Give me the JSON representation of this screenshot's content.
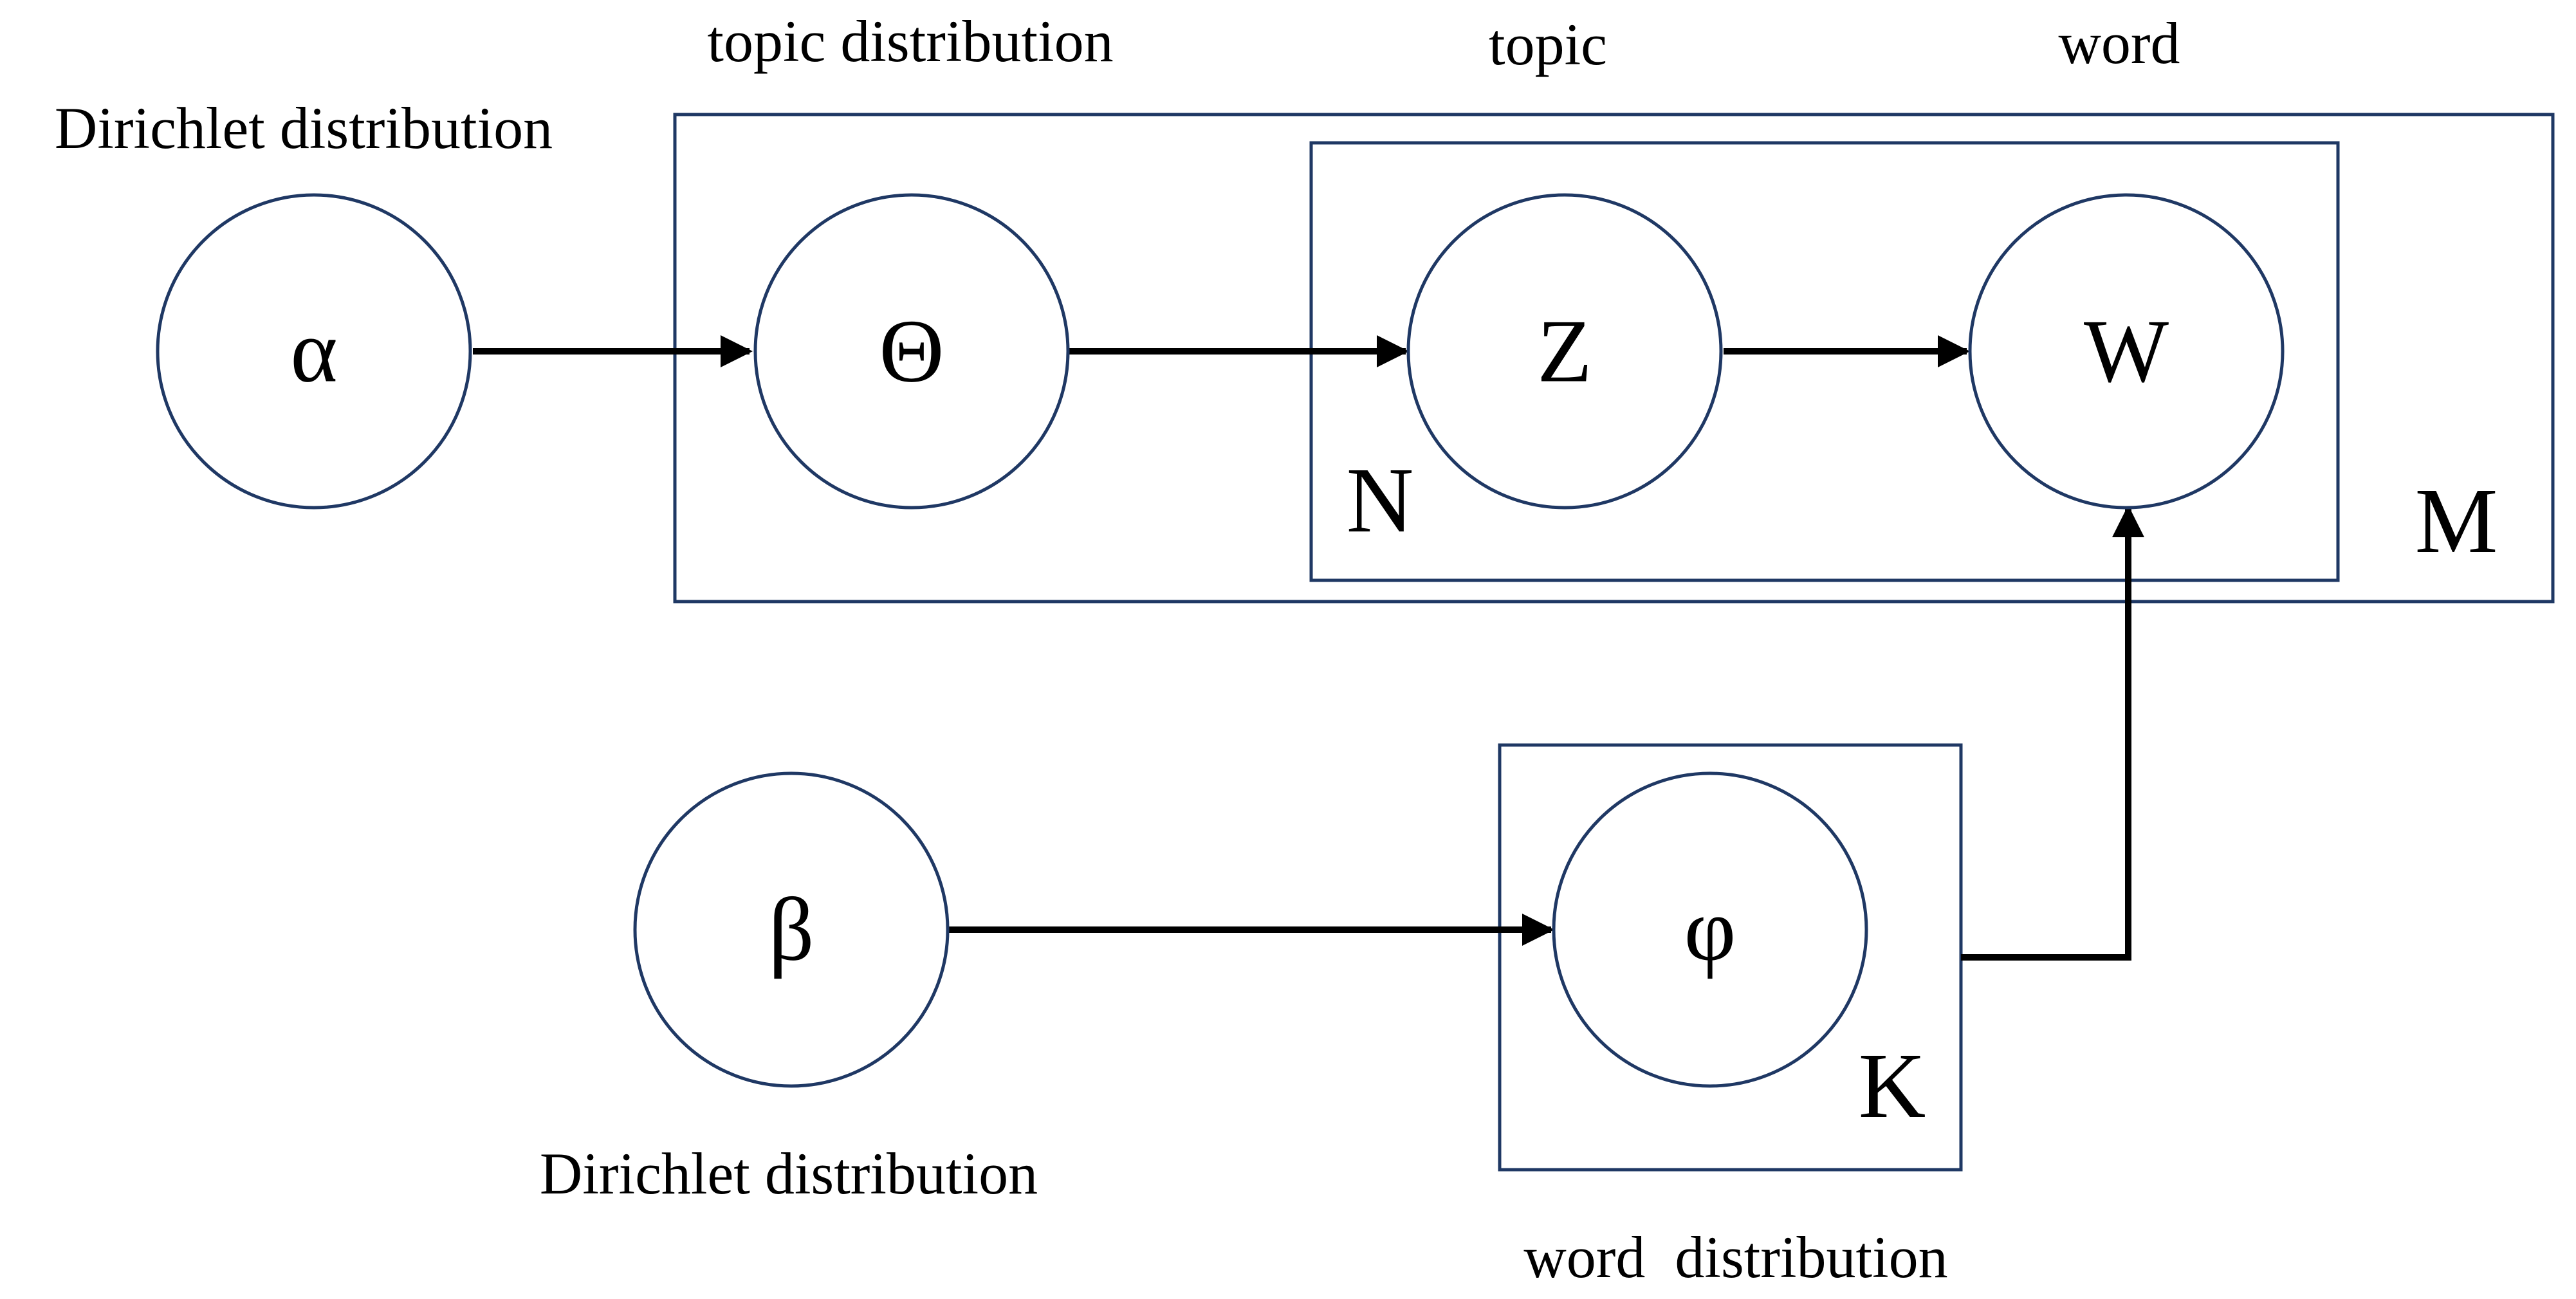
{
  "nodes": {
    "alpha": "α",
    "theta": "Θ",
    "z": "Z",
    "w": "W",
    "beta": "β",
    "phi": "φ"
  },
  "plates": {
    "m": "M",
    "n": "N",
    "k": "K"
  },
  "captions": {
    "topic_distribution": "topic distribution",
    "topic": "topic",
    "word": "word",
    "dirichlet_top": "Dirichlet distribution",
    "dirichlet_bottom": "Dirichlet distribution",
    "word_distribution": "word  distribution"
  },
  "colors": {
    "node_stroke": "#1f3864",
    "arrow": "#000000"
  }
}
